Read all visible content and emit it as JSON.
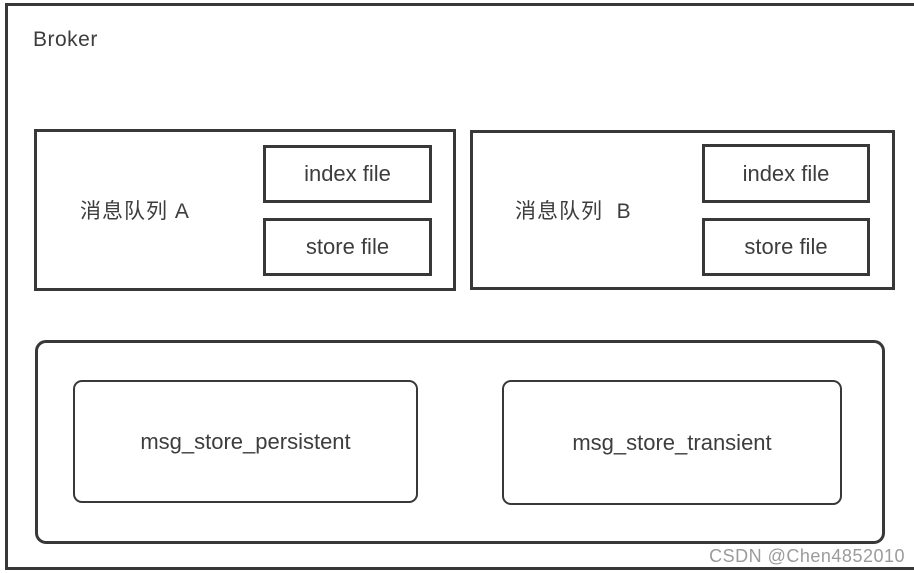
{
  "theme": {
    "line_color": "#383838",
    "text_color": "#3d3d3d",
    "watermark_color": "#9b9b9b",
    "bg": "#ffffff"
  },
  "broker": {
    "title": "Broker"
  },
  "queues": [
    {
      "label": "消息队列 A",
      "files": [
        "index file",
        "store file"
      ]
    },
    {
      "label": "消息队列  B",
      "files": [
        "index file",
        "store file"
      ]
    }
  ],
  "stores": [
    {
      "label": "msg_store_persistent"
    },
    {
      "label": "msg_store_transient"
    }
  ],
  "watermark": {
    "text": "CSDN @Chen4852010"
  }
}
